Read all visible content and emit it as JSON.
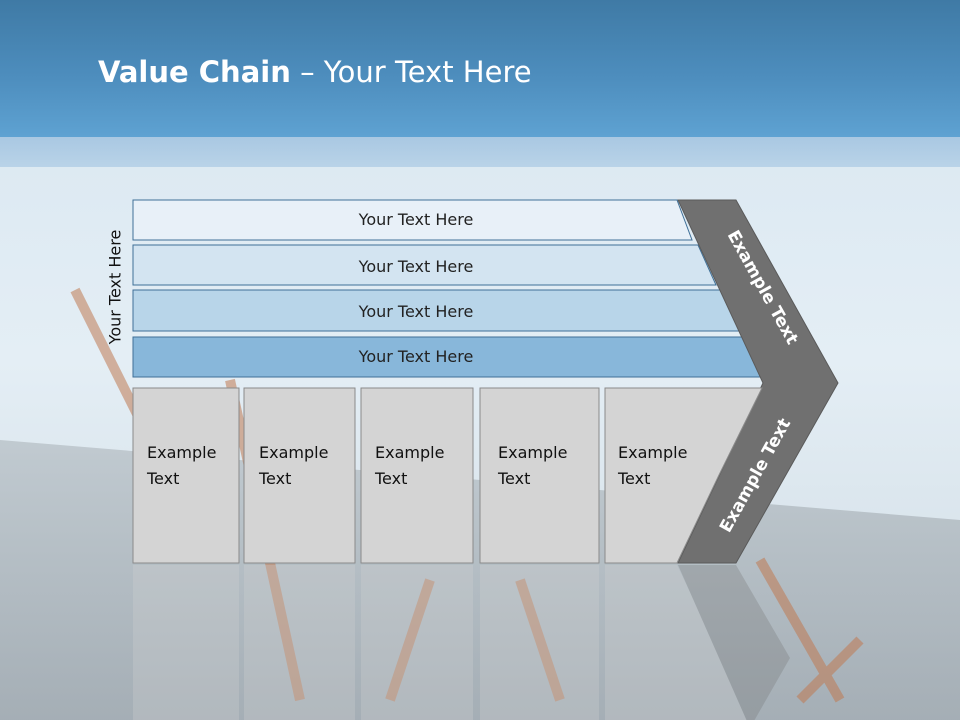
{
  "slide": {
    "title_bold": "Value Chain",
    "title_rest": " – Your Text Here",
    "side_label": "Your Text Here"
  },
  "support_rows": [
    {
      "label": "Your Text Here",
      "fill": "#e8f0f8"
    },
    {
      "label": "Your Text Here",
      "fill": "#d3e4f1"
    },
    {
      "label": "Your Text Here",
      "fill": "#b8d5e9"
    },
    {
      "label": "Your Text Here",
      "fill": "#88b7da"
    }
  ],
  "primary_activities": [
    {
      "line1": "Example",
      "line2": "Text"
    },
    {
      "line1": "Example",
      "line2": "Text"
    },
    {
      "line1": "Example",
      "line2": "Text"
    },
    {
      "line1": "Example",
      "line2": "Text"
    },
    {
      "line1": "Example",
      "line2": "Text"
    }
  ],
  "margin_arrow": {
    "upper_label": "Example Text",
    "lower_label": "Example Text",
    "fill": "#707070"
  },
  "colors": {
    "header": "#4d8dbd",
    "box_fill": "#d4d4d4",
    "box_stroke": "#8a8a8a",
    "row_stroke": "#3f6f97"
  }
}
